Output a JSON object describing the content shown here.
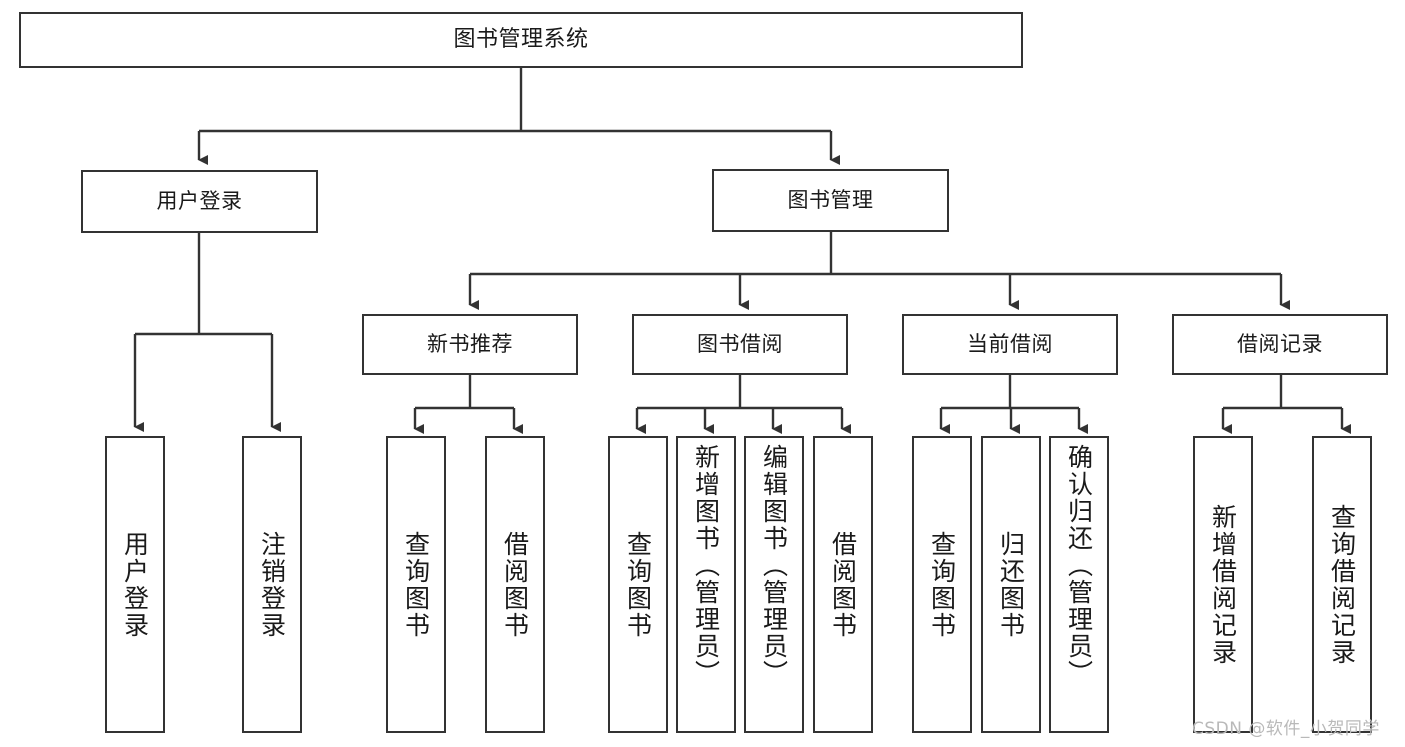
{
  "diagram": {
    "title": "图书管理系统",
    "type": "hierarchy-tree",
    "nodes": {
      "root": {
        "label": "图书管理系统"
      },
      "level2": [
        {
          "id": "user-login",
          "label": "用户登录"
        },
        {
          "id": "book-management",
          "label": "图书管理"
        }
      ],
      "level3": [
        {
          "id": "new-book-recommend",
          "label": "新书推荐"
        },
        {
          "id": "book-borrow",
          "label": "图书借阅"
        },
        {
          "id": "current-borrow",
          "label": "当前借阅"
        },
        {
          "id": "borrow-record",
          "label": "借阅记录"
        }
      ],
      "leaves": {
        "user_login": [
          {
            "id": "leaf-user-login",
            "label": "用户登录"
          },
          {
            "id": "leaf-logout-login",
            "label": "注销登录"
          }
        ],
        "new_book_recommend": [
          {
            "id": "leaf-query-book-1",
            "label": "查询图书"
          },
          {
            "id": "leaf-borrow-book-1",
            "label": "借阅图书"
          }
        ],
        "book_borrow": [
          {
            "id": "leaf-query-book-2",
            "label": "查询图书"
          },
          {
            "id": "leaf-add-book",
            "label": "新增图书（管理员）"
          },
          {
            "id": "leaf-edit-book",
            "label": "编辑图书（管理员）"
          },
          {
            "id": "leaf-borrow-book-2",
            "label": "借阅图书"
          }
        ],
        "current_borrow": [
          {
            "id": "leaf-query-book-3",
            "label": "查询图书"
          },
          {
            "id": "leaf-return-book",
            "label": "归还图书"
          },
          {
            "id": "leaf-confirm-return",
            "label": "确认归还（管理员）"
          }
        ],
        "borrow_record": [
          {
            "id": "leaf-add-record",
            "label": "新增借阅记录"
          },
          {
            "id": "leaf-query-record",
            "label": "查询借阅记录"
          }
        ]
      }
    },
    "colors": {
      "stroke": "#333333",
      "fill": "#ffffff",
      "text": "#1a1a1a",
      "watermark": "#b9b9b9"
    }
  },
  "watermark": {
    "text": "CSDN @软件_小贺同学"
  }
}
